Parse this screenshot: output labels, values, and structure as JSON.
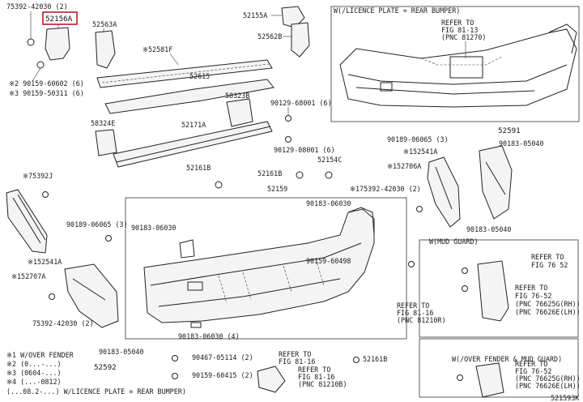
{
  "labels": {
    "p75392_42030_2_top": "75392-42030 (2)",
    "p52156a": "52156A",
    "p52563a": "52563A",
    "p52155a": "52155A",
    "p52562b": "52562B",
    "p52581f": "※52581F",
    "p90159_60602": "※2 90159-60602 (6)",
    "p90159_50311": "※3 90159-50311 (6)",
    "p52615": "52615",
    "p58323b": "58323B",
    "p90129_68001": "90129-68001 (6)",
    "p58324e": "58324E",
    "p52171a": "52171A",
    "p90129_08001": "90129-08001 (6)",
    "p52154c": "52154C",
    "p52161b_a": "52161B",
    "p52161b_b": "52161B",
    "p52159": "52159",
    "p75392j": "※75392J",
    "p90189_06065_3_left": "90189-06065 (3)",
    "p90183_06030_left": "90183-06030",
    "p90183_06030_right": "90183-06030",
    "p152541a_left": "※152541A",
    "p152707a": "※152707A",
    "p75392_42030_2_left": "75392-42030 (2)",
    "p90183_05040_left": "90183-05040",
    "p52592": "52592",
    "p90467_05114": "90467-05114 (2)",
    "p90159_60415": "90159-60415 (2)",
    "p90183_06030_4": "90183-06030 (4)",
    "p52161b_c": "52161B",
    "p90159_60498": "90159-60498",
    "p90189_06065_3_right": "90189-06065 (3)",
    "p52591": "52591",
    "p90183_05040_r1": "90183-05040",
    "p152541a_right": "※152541A",
    "p152706a": "※152706A",
    "p175392_42030": "※175392-42030 (2)",
    "p90183_05040_r2": "90183-05040"
  },
  "refs": {
    "ref_8113": [
      "REFER TO",
      "FIG 81-13",
      "(PNC 81270)"
    ],
    "ref_8116a": [
      "REFER TO",
      "FIG 81-16",
      "(PNC 81210R)"
    ],
    "ref_8116b": [
      "REFER TO",
      "FIG 81-16"
    ],
    "ref_8116c": [
      "REFER TO",
      "FIG 81-16",
      "(PNC 81210B)"
    ],
    "ref_7652a": [
      "REFER TO",
      "FIG 76 52"
    ],
    "ref_7652b": [
      "REFER TO",
      "FIG 76-52",
      "(PNC 76625G(RH))",
      "(PNC 76626E(LH))"
    ],
    "ref_7652c": [
      "REFER TO",
      "FIG 76-52",
      "(PNC 76625G(RH))",
      "(PNC 76626E(LH))"
    ]
  },
  "boxes": {
    "licence_title": "W(/LICENCE PLATE = REAR BUMPER)",
    "mud_title": "W(MUD GUARD)",
    "fender_mud_title": "W(/OVER FENDER & MUD GUARD)"
  },
  "legend": [
    "※1 W/OVER FENDER",
    "※2 (0...-...)",
    "※3 (0604-...)",
    "※4 (...-0812)",
    "(...08.2-...) W/LICENCE PLATE = REAR BUMPER)"
  ],
  "diagram_id": "521593K",
  "colors": {
    "highlight": "#c0182b",
    "ink": "#222222"
  }
}
